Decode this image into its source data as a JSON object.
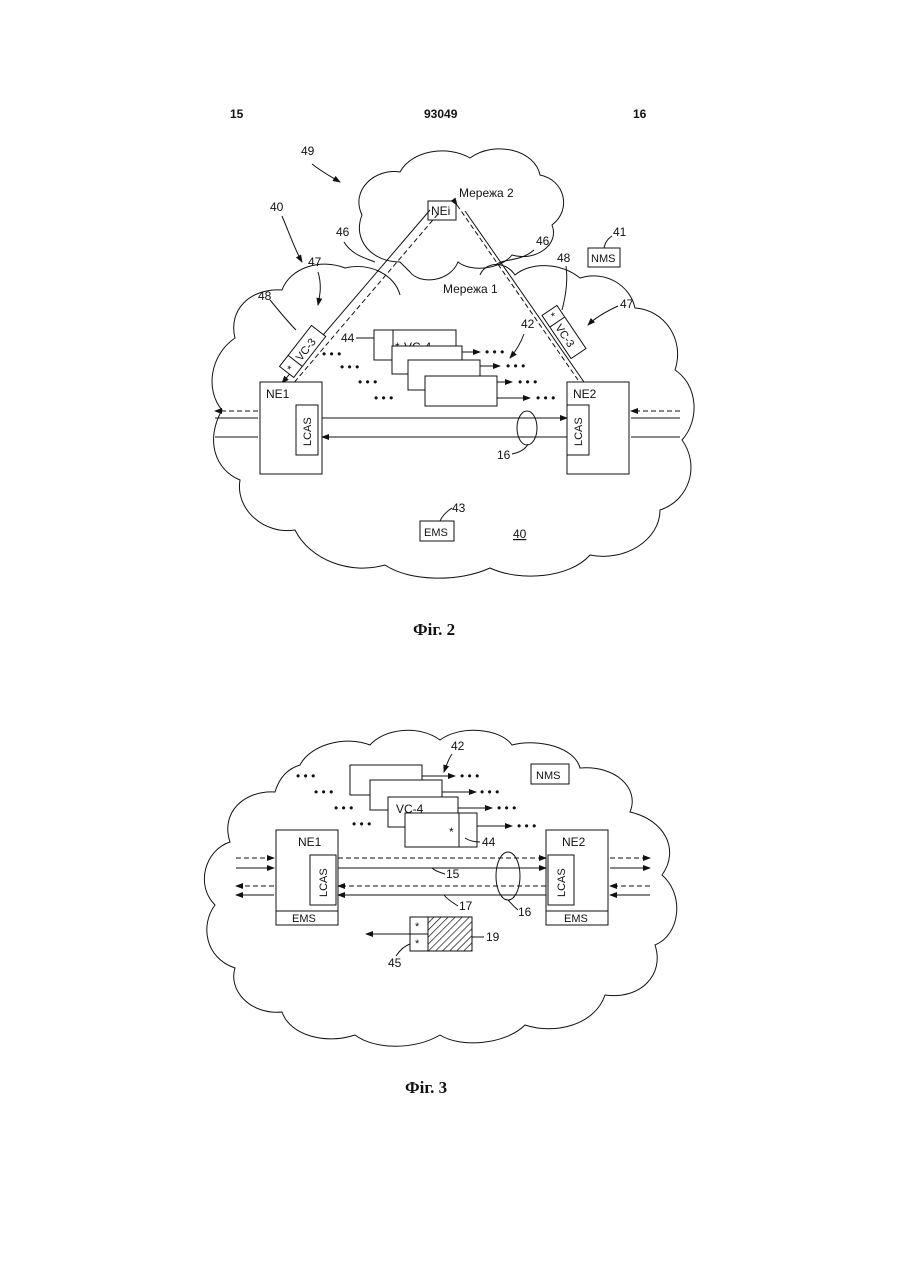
{
  "header": {
    "page_left": "15",
    "patent_number": "93049",
    "page_right": "16"
  },
  "fig2": {
    "caption": "Фіг. 2",
    "network2_label": "Мережа 2",
    "network1_label": "Мережа 1",
    "ne_i": "NEi",
    "ne1": "NE1",
    "ne2": "NE2",
    "lcas": "LCAS",
    "nms": "NMS",
    "ems": "EMS",
    "vc3": "VC-3",
    "vc4": "VC-4",
    "star": "*",
    "refs": {
      "r49": "49",
      "r40": "40",
      "r46a": "46",
      "r46b": "46",
      "r47a": "47",
      "r47b": "47",
      "r48a": "48",
      "r48b": "48",
      "r41": "41",
      "r44": "44",
      "r42": "42",
      "r16": "16",
      "r43": "43",
      "r40b": "40"
    }
  },
  "fig3": {
    "caption": "Фіг. 3",
    "nms": "NMS",
    "ne1": "NE1",
    "ne2": "NE2",
    "lcas": "LCAS",
    "ems": "EMS",
    "vc4": "VC-4",
    "star": "*",
    "refs": {
      "r42": "42",
      "r44": "44",
      "r15": "15",
      "r16": "16",
      "r17": "17",
      "r19": "19",
      "r45": "45"
    }
  }
}
